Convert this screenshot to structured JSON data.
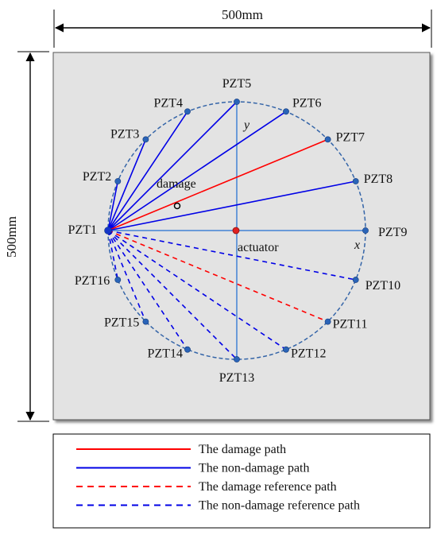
{
  "dimensions": {
    "width_label": "500mm",
    "height_label": "500mm"
  },
  "axes": {
    "x_label": "x",
    "y_label": "y"
  },
  "annotations": {
    "damage": "damage",
    "actuator": "actuator"
  },
  "sensors": [
    {
      "id": "PZT1"
    },
    {
      "id": "PZT2"
    },
    {
      "id": "PZT3"
    },
    {
      "id": "PZT4"
    },
    {
      "id": "PZT5"
    },
    {
      "id": "PZT6"
    },
    {
      "id": "PZT7"
    },
    {
      "id": "PZT8"
    },
    {
      "id": "PZT9"
    },
    {
      "id": "PZT10"
    },
    {
      "id": "PZT11"
    },
    {
      "id": "PZT12"
    },
    {
      "id": "PZT13"
    },
    {
      "id": "PZT14"
    },
    {
      "id": "PZT15"
    },
    {
      "id": "PZT16"
    }
  ],
  "paths": [
    {
      "from": "PZT1",
      "to": "PZT2",
      "type": "non-damage"
    },
    {
      "from": "PZT1",
      "to": "PZT3",
      "type": "non-damage"
    },
    {
      "from": "PZT1",
      "to": "PZT4",
      "type": "non-damage"
    },
    {
      "from": "PZT1",
      "to": "PZT5",
      "type": "non-damage"
    },
    {
      "from": "PZT1",
      "to": "PZT6",
      "type": "non-damage"
    },
    {
      "from": "PZT1",
      "to": "PZT7",
      "type": "damage"
    },
    {
      "from": "PZT1",
      "to": "PZT8",
      "type": "non-damage"
    },
    {
      "from": "PZT1",
      "to": "PZT10",
      "type": "non-damage-reference"
    },
    {
      "from": "PZT1",
      "to": "PZT11",
      "type": "damage-reference"
    },
    {
      "from": "PZT1",
      "to": "PZT12",
      "type": "non-damage-reference"
    },
    {
      "from": "PZT1",
      "to": "PZT13",
      "type": "non-damage-reference"
    },
    {
      "from": "PZT1",
      "to": "PZT14",
      "type": "non-damage-reference"
    },
    {
      "from": "PZT1",
      "to": "PZT15",
      "type": "non-damage-reference"
    },
    {
      "from": "PZT1",
      "to": "PZT16",
      "type": "non-damage-reference"
    }
  ],
  "legend": [
    {
      "key": "damage",
      "label": "The damage path"
    },
    {
      "key": "non-damage",
      "label": "The non-damage path"
    },
    {
      "key": "damage-reference",
      "label": "The damage reference path"
    },
    {
      "key": "non-damage-reference",
      "label": "The non-damage reference path"
    }
  ],
  "colors": {
    "plate": "#e3e3e3",
    "damage": "#ff0000",
    "non_damage": "#0000e6",
    "axis": "#6a9ad8",
    "circle": "#3565a8",
    "sensor": "#2a64b8",
    "actuator": "#e02020"
  }
}
